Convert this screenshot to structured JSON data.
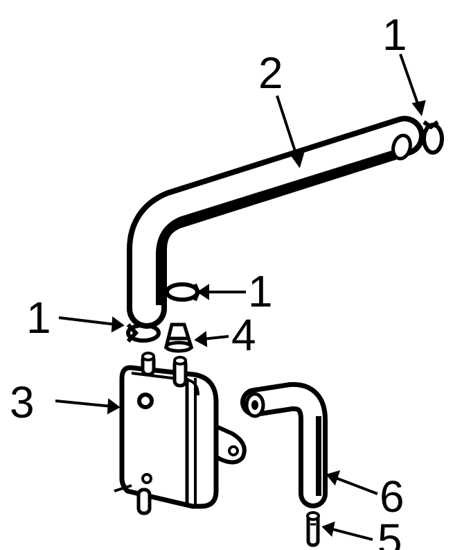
{
  "diagram": {
    "ink_color": "#000000",
    "background_color": "#ffffff",
    "callouts": {
      "clip_top": "1",
      "hose_long": "2",
      "clip_right": "1",
      "clip_left": "1",
      "fitting": "4",
      "pump": "3",
      "hose_short": "6",
      "nipple": "5"
    }
  }
}
